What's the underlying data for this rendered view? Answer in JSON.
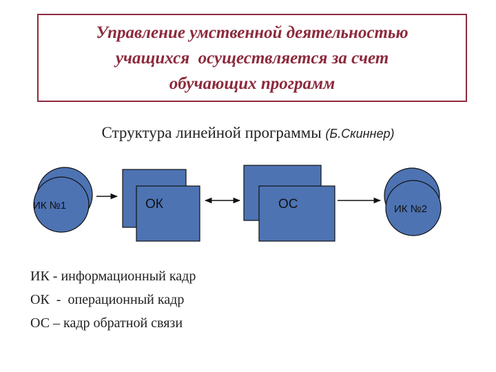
{
  "title": {
    "lines": [
      "Управление умственной деятельностью",
      "учащихся  осуществляется за счет",
      "обучающих программ"
    ]
  },
  "subtitle": {
    "text": "Структура линейной программы ",
    "author": "(Б.Скиннер)"
  },
  "diagram": {
    "nodes": {
      "ik1": "ИК №1",
      "ok": "ОК",
      "os": "ОС",
      "ik2": "ИК №2"
    },
    "colors": {
      "fill": "#4d73b3",
      "stroke": "#111111"
    }
  },
  "legend": [
    "ИК - информационный кадр",
    "ОК  -  операционный кадр",
    "ОС – кадр обратной связи"
  ]
}
